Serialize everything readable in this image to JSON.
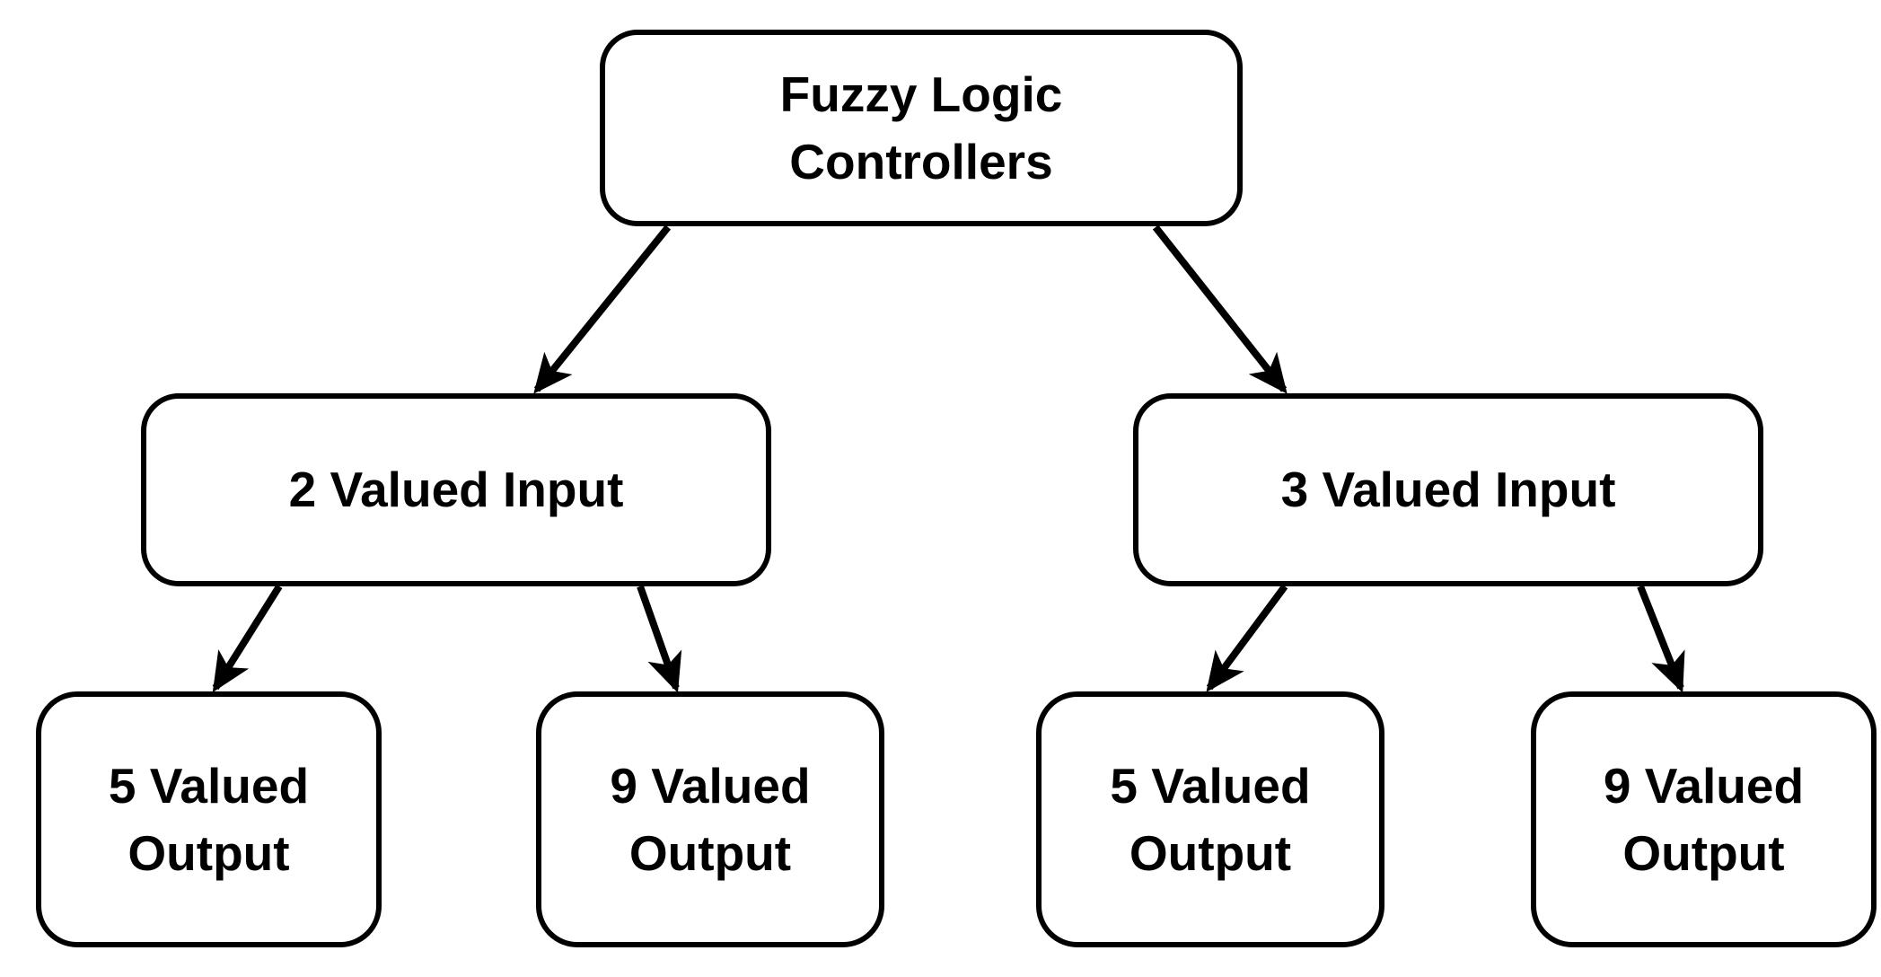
{
  "diagram": {
    "nodes": {
      "root": {
        "label": "Fuzzy Logic\nControllers"
      },
      "input2": {
        "label": "2 Valued Input"
      },
      "input3": {
        "label": "3 Valued Input"
      },
      "output5_left": {
        "label": "5 Valued\nOutput"
      },
      "output9_left": {
        "label": "9 Valued\nOutput"
      },
      "output5_right": {
        "label": "5 Valued\nOutput"
      },
      "output9_right": {
        "label": "9 Valued\nOutput"
      }
    },
    "edges": [
      {
        "from": "Fuzzy Logic Controllers",
        "to": "2 Valued Input"
      },
      {
        "from": "Fuzzy Logic Controllers",
        "to": "3 Valued Input"
      },
      {
        "from": "2 Valued Input",
        "to": "5 Valued Output"
      },
      {
        "from": "2 Valued Input",
        "to": "9 Valued Output"
      },
      {
        "from": "3 Valued Input",
        "to": "5 Valued Output"
      },
      {
        "from": "3 Valued Input",
        "to": "9 Valued Output"
      }
    ],
    "colors": {
      "stroke": "#000000",
      "fill": "#ffffff",
      "text": "#000000"
    }
  }
}
